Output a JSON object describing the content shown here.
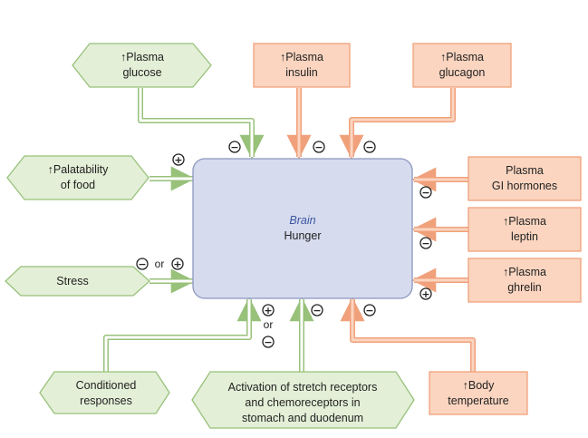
{
  "center": {
    "brain": "Brain",
    "hunger": "Hunger"
  },
  "factors": {
    "plasma_glucose": [
      "↑Plasma",
      "glucose"
    ],
    "plasma_insulin": [
      "↑Plasma",
      "insulin"
    ],
    "plasma_glucagon": [
      "↑Plasma",
      "glucagon"
    ],
    "palatability": [
      "↑Palatability",
      "of food"
    ],
    "stress": [
      "Stress"
    ],
    "gi_hormones": [
      "Plasma",
      "GI hormones"
    ],
    "plasma_leptin": [
      "↑Plasma",
      "leptin"
    ],
    "plasma_ghrelin": [
      "↑Plasma",
      "ghrelin"
    ],
    "conditioned": [
      "Conditioned",
      "responses"
    ],
    "stretch": [
      "Activation of stretch receptors",
      "and chemoreceptors in",
      "stomach and duodenum"
    ],
    "body_temp": [
      "↑Body",
      "temperature"
    ]
  },
  "symbols": {
    "minus": "−",
    "plus": "+",
    "or": "or"
  },
  "colors": {
    "green_fill": "#e3efd7",
    "green_stroke": "#98c17a",
    "orange_fill": "#fbd5c0",
    "orange_stroke": "#f0a17b",
    "brain_fill": "#d6dbee",
    "brain_stroke": "#8d97bf"
  }
}
